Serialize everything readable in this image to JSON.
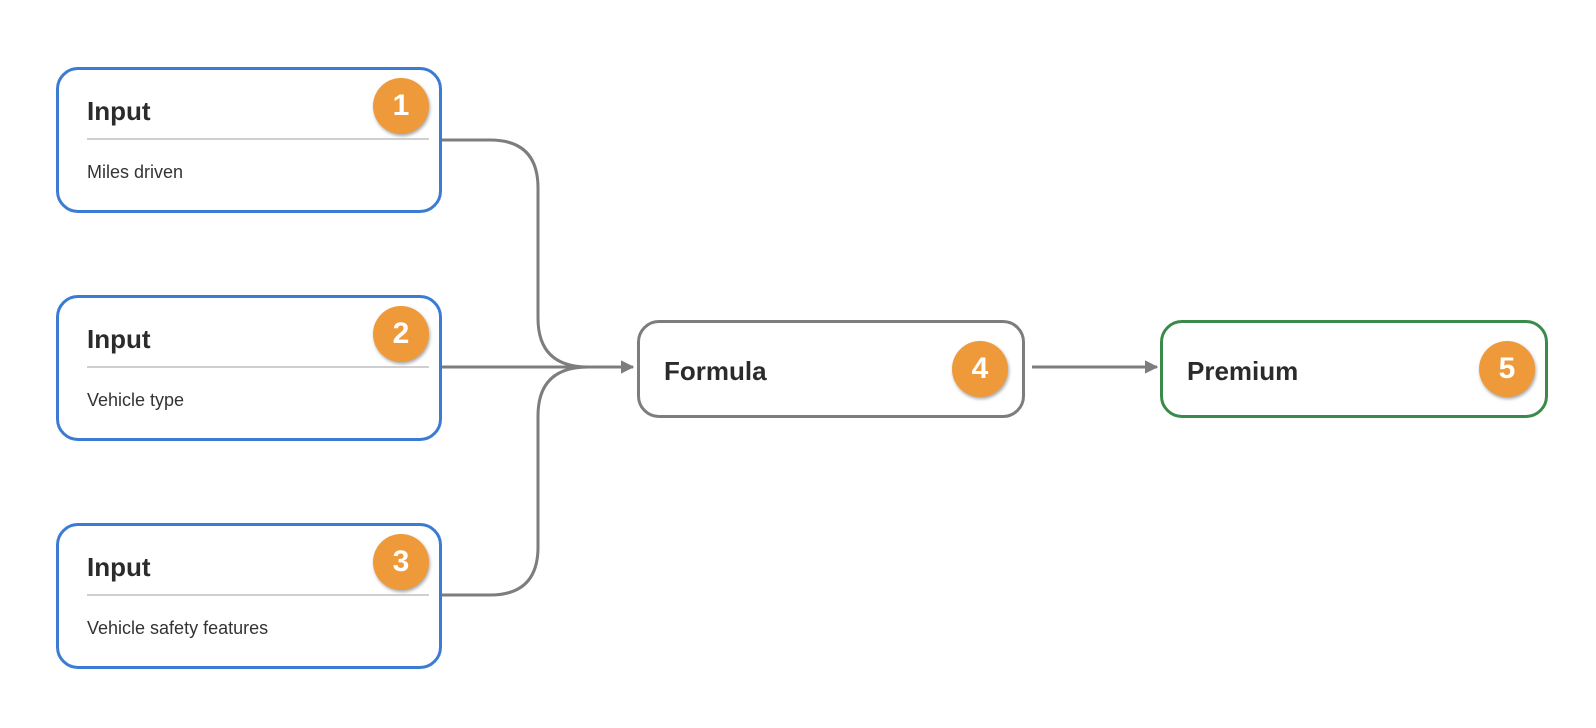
{
  "colors": {
    "input_border": "#3b7bd4",
    "formula_border": "#7d7d7d",
    "output_border": "#3a8a4a",
    "badge_fill": "#ee9a3a",
    "connector": "#7d7d7d"
  },
  "inputs": [
    {
      "title": "Input",
      "description": "Miles driven",
      "badge": "1"
    },
    {
      "title": "Input",
      "description": "Vehicle type",
      "badge": "2"
    },
    {
      "title": "Input",
      "description": "Vehicle safety features",
      "badge": "3"
    }
  ],
  "formula": {
    "title": "Formula",
    "badge": "4"
  },
  "output": {
    "title": "Premium",
    "badge": "5"
  }
}
